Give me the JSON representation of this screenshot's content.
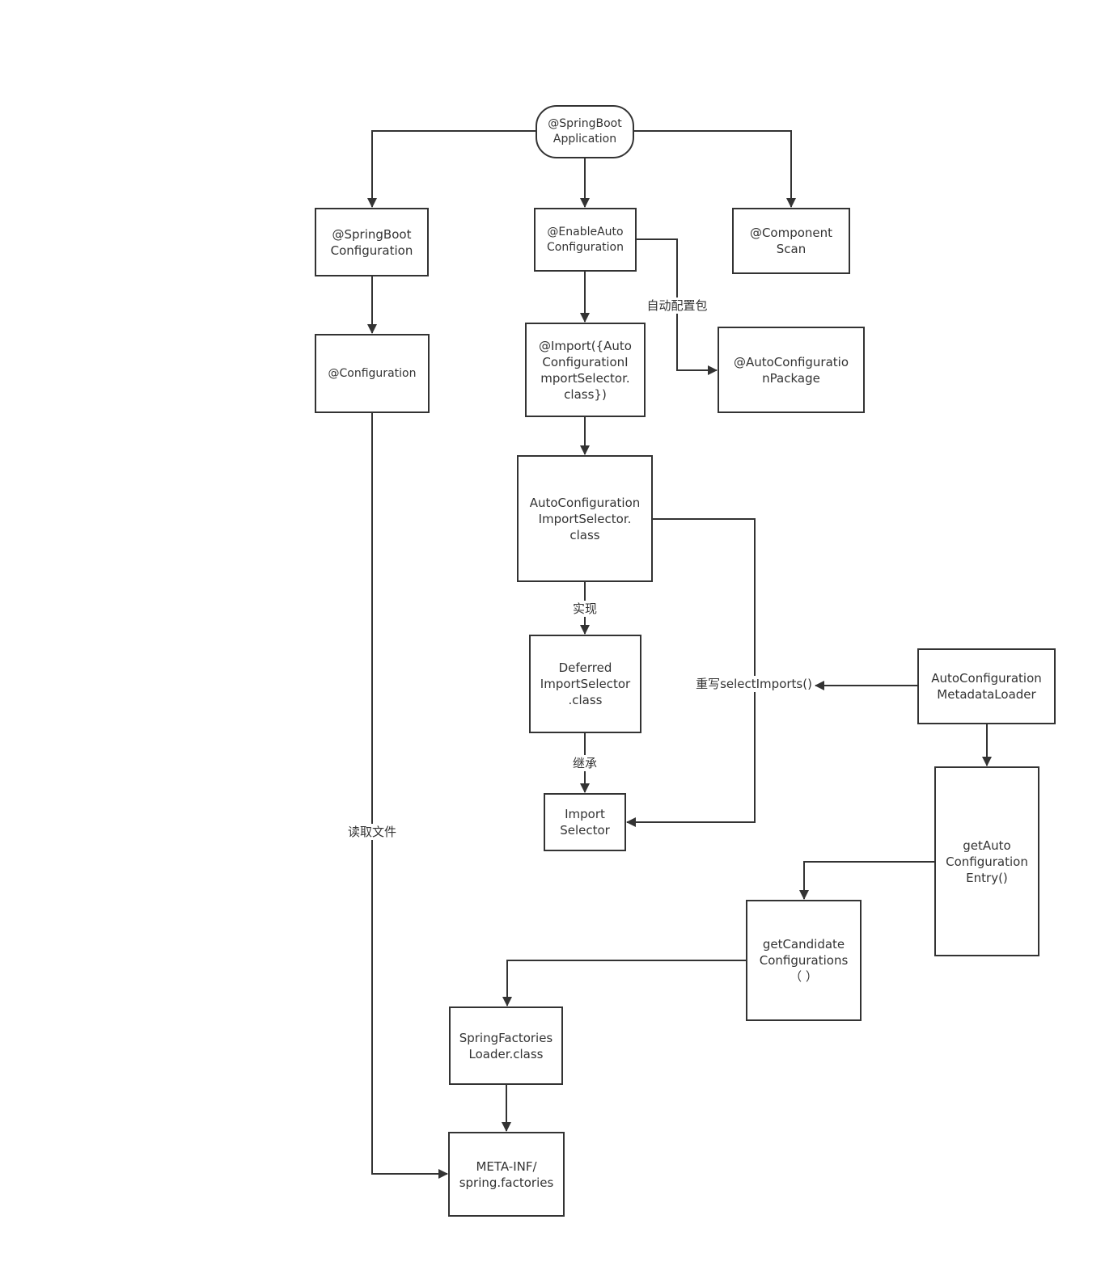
{
  "nodes": {
    "springboot_application": "@SpringBoot\nApplication",
    "springboot_configuration": "@SpringBoot\nConfiguration",
    "enable_auto_configuration": "@EnableAuto\nConfiguration",
    "component_scan": "@Component\nScan",
    "configuration": "@Configuration",
    "import_selector_annotation": "@Import({Auto\nConfigurationI\nmportSelector.\nclass})",
    "auto_configuration_package": "@AutoConfiguratio\nnPackage",
    "auto_configuration_import_selector": "AutoConfiguration\nImportSelector.\nclass",
    "deferred_import_selector": "Deferred\nImportSelector\n.class",
    "import_selector": "Import\nSelector",
    "auto_configuration_metadata_loader": "AutoConfiguration\nMetadataLoader",
    "get_auto_configuration_entry": "getAuto\nConfiguration\nEntry()",
    "get_candidate_configurations": "getCandidate\nConfigurations\n（ ）",
    "spring_factories_loader": "SpringFactories\nLoader.class",
    "meta_inf_spring_factories": "META-INF/\nspring.factories"
  },
  "edge_labels": {
    "auto_config_package": "自动配置包",
    "implements": "实现",
    "extends": "继承",
    "override_select_imports": "重写selectImports()",
    "read_file": "读取文件"
  }
}
